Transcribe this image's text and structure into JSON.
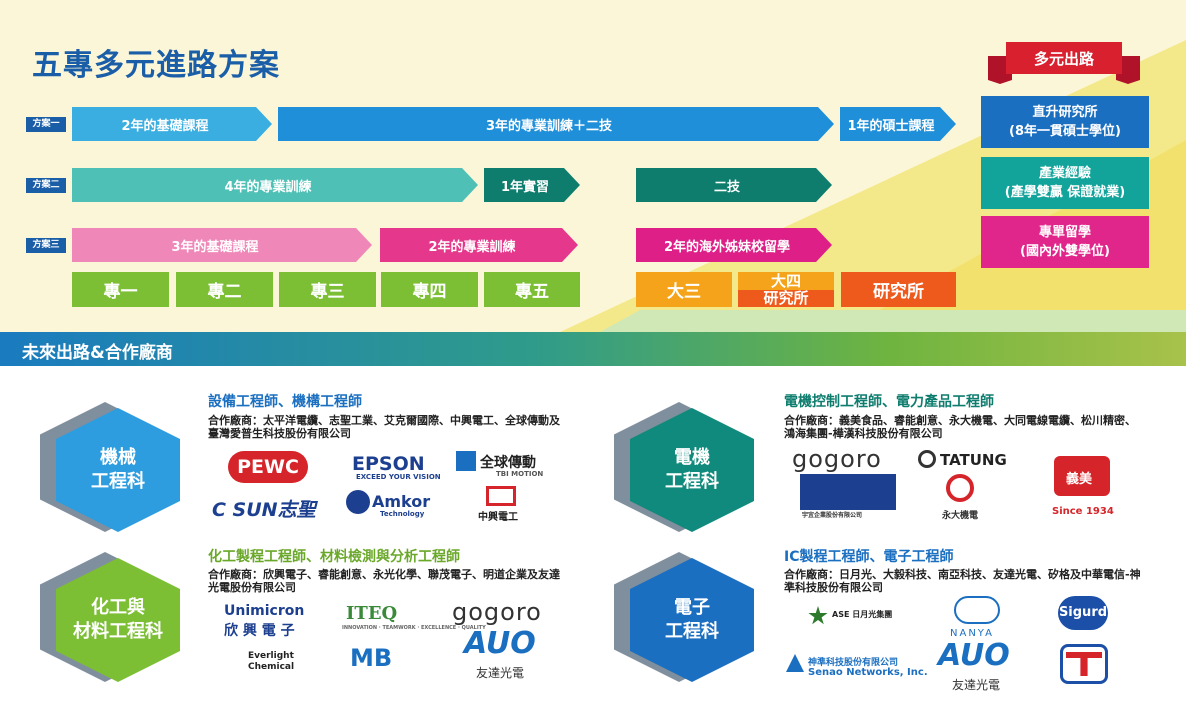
{
  "title": "五專多元進路方案",
  "plans": [
    {
      "tag": "方案一",
      "arrows": [
        "2年的基礎課程",
        "3年的專業訓練＋二技",
        "1年的碩士課程"
      ]
    },
    {
      "tag": "方案二",
      "arrows": [
        "4年的專業訓練",
        "1年實習",
        "二技"
      ]
    },
    {
      "tag": "方案三",
      "arrows": [
        "3年的基礎課程",
        "2年的專業訓練",
        "2年的海外姊妹校留學"
      ]
    }
  ],
  "years": [
    "專一",
    "專二",
    "專三",
    "專四",
    "專五",
    "大三",
    "大四",
    "研究所",
    "研究所"
  ],
  "outlets": {
    "ribbon": "多元出路",
    "items": [
      {
        "line1": "直升研究所",
        "line2": "(8年一貫碩士學位)",
        "color": "#1b6fc0"
      },
      {
        "line1": "產業經驗",
        "line2": "(產學雙贏 保證就業)",
        "color": "#12a39a"
      },
      {
        "line1": "專單留學",
        "line2": "(國內外雙學位)",
        "color": "#e0268a"
      }
    ]
  },
  "section_title": "未來出路&合作廠商",
  "departments": [
    {
      "line1": "機械",
      "line2": "工程科",
      "color": "#2d9de0",
      "job": "設備工程師、機構工程師",
      "job_color": "#1b6fc0",
      "partners": "合作廠商：太平洋電纜、志聖工業、艾克爾國際、中興電工、全球傳動及臺灣愛普生科技股份有限公司",
      "logos": [
        "PEWC",
        "EPSON",
        "EXCEED YOUR VISION",
        "全球傳動",
        "TBI MOTION",
        "C SUN志聖",
        "Amkor",
        "Technology",
        "中興電工"
      ]
    },
    {
      "line1": "電機",
      "line2": "工程科",
      "color": "#0f8a7c",
      "job": "電機控制工程師、電力產品工程師",
      "job_color": "#0f7d6e",
      "partners": "合作廠商：義美食品、睿能創意、永大機電、大同電線電纜、松川精密、鴻海集團-樺漢科技股份有限公司",
      "logos": [
        "gogoro",
        "TATUNG",
        "義美",
        "Since 1934",
        "永大機電",
        "宇宜企業股份有限公司"
      ]
    },
    {
      "line1": "化工與",
      "line2": "材料工程科",
      "color": "#7cbf35",
      "job": "化工製程工程師、材料檢測與分析工程師",
      "job_color": "#6aa82a",
      "partners": "合作廠商：欣興電子、睿能創意、永光化學、聯茂電子、明道企業及友達光電股份有限公司",
      "logos": [
        "Unimicron",
        "欣 興 電 子",
        "ITEQ",
        "INNOVATION · TEAMWORK · EXCELLENCE · QUALITY",
        "gogoro",
        "Everlight",
        "Chemical",
        "MB",
        "AUO",
        "友達光電"
      ]
    },
    {
      "line1": "電子",
      "line2": "工程科",
      "color": "#1b6fc0",
      "job": "IC製程工程師、電子工程師",
      "job_color": "#1b6fc0",
      "partners": "合作廠商：日月光、大毅科技、南亞科技、友達光電、矽格及中華電信-神準科技股份有限公司",
      "logos": [
        "ASE 日月光集團",
        "NANYA",
        "Sigurd",
        "神準科技股份有限公司",
        "Senao Networks, Inc.",
        "AUO",
        "友達光電"
      ]
    }
  ]
}
